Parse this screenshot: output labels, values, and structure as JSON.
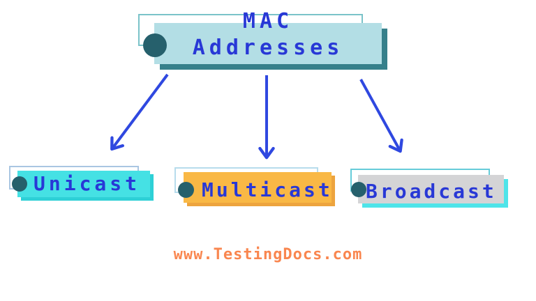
{
  "diagram": {
    "title": {
      "line1": "MAC",
      "line2": "Addresses",
      "text": "MAC Addresses"
    },
    "nodes": [
      {
        "id": "unicast",
        "label": "Unicast",
        "fill": "#45e1e4",
        "shadow": "#2ed0d6",
        "outline": "#a9c6e2"
      },
      {
        "id": "multicast",
        "label": "Multicast",
        "fill": "#f9b845",
        "shadow": "#eda43e",
        "outline": "#b7dcec"
      },
      {
        "id": "broadcast",
        "label": "Broadcast",
        "fill": "#d4d4d6",
        "shadow": "#4ee4e9",
        "outline": "#66ccd9"
      }
    ],
    "watermark": "www.TestingDocs.com",
    "colors": {
      "title_box_fill": "#b3dee5",
      "title_box_shadow": "#36808b",
      "title_outline": "#7ac3c9",
      "bullet": "#26606c",
      "label_text": "#2838d6",
      "arrow": "#2f48e0",
      "watermark_text": "#f9864f",
      "background": "#ffffff"
    }
  }
}
